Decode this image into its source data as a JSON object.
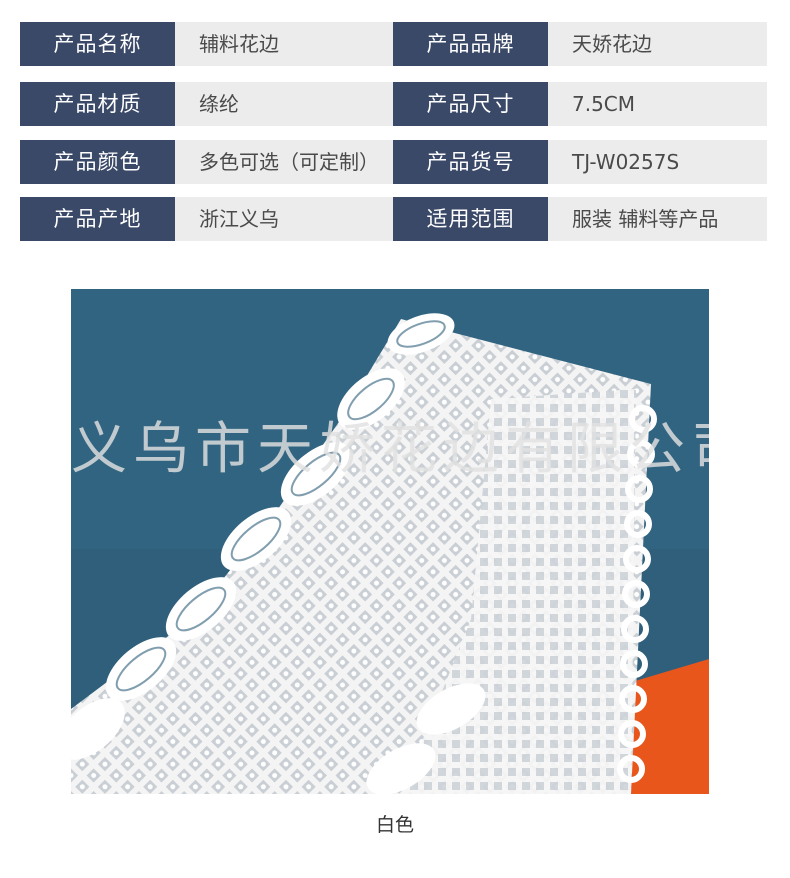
{
  "specs": [
    {
      "label1": "产品名称",
      "value1": "辅料花边",
      "label2": "产品品牌",
      "value2": "天娇花边"
    },
    {
      "label1": "产品材质",
      "value1": "绦纶",
      "label2": "产品尺寸",
      "value2": "7.5CM"
    },
    {
      "label1": "产品颜色",
      "value1": "多色可选（可定制）",
      "label2": "产品货号",
      "value2": "TJ-W0257S"
    },
    {
      "label1": "产品产地",
      "value1": "浙江义乌",
      "label2": "适用范围",
      "value2": "服装 辅料等产品"
    }
  ],
  "photo": {
    "watermark": "义乌市天娇花边有限公司",
    "background_color": "#2f5f7b",
    "lace_color": "#ffffff",
    "accent_color": "#e8561c"
  },
  "caption": "白色",
  "colors": {
    "label_bg": "#3b4968",
    "value_bg": "#ececec"
  }
}
